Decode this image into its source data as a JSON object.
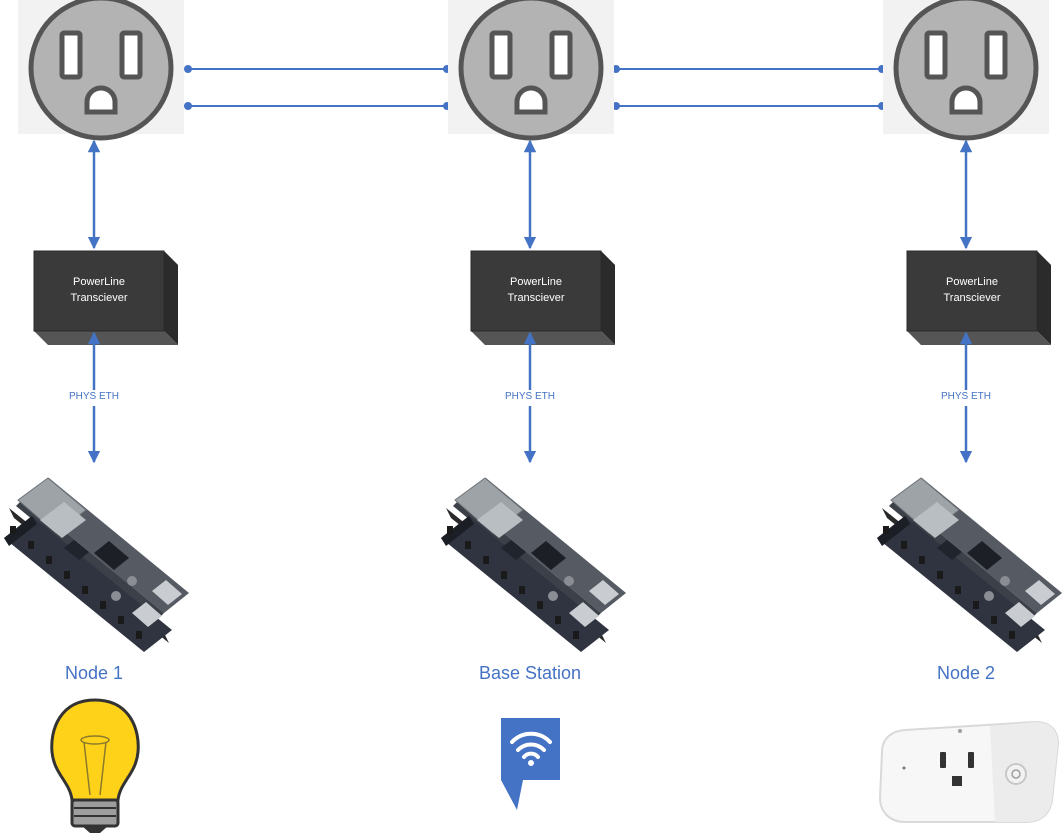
{
  "colors": {
    "line": "#4472c4",
    "outlet_face": "#b3b3b3",
    "outlet_edge": "#555555",
    "transceiver": "#3a3a3a",
    "label_blue": "#4472c4"
  },
  "columns": [
    {
      "transceiver_label_line1": "PowerLine",
      "transceiver_label_line2": "Transciever",
      "link_label": "PHYS ETH",
      "node_label": "Node 1",
      "device_icon": "light-bulb-icon"
    },
    {
      "transceiver_label_line1": "PowerLine",
      "transceiver_label_line2": "Transciever",
      "link_label": "PHYS ETH",
      "node_label": "Base Station",
      "device_icon": "wifi-icon"
    },
    {
      "transceiver_label_line1": "PowerLine",
      "transceiver_label_line2": "Transciever",
      "link_label": "PHYS ETH",
      "node_label": "Node 2",
      "device_icon": "smart-plug-icon"
    }
  ]
}
